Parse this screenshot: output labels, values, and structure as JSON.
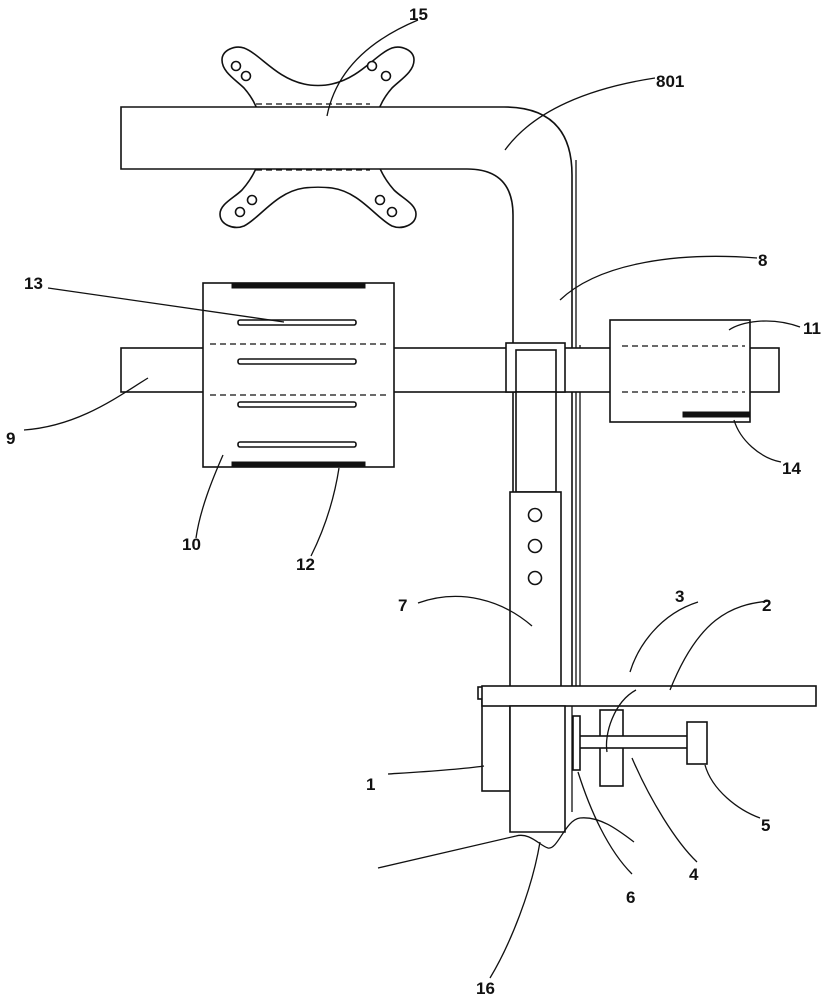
{
  "labels": {
    "l1": "1",
    "l2": "2",
    "l3": "3",
    "l4": "4",
    "l5": "5",
    "l6": "6",
    "l7": "7",
    "l8": "8",
    "l801": "801",
    "l9": "9",
    "l10": "10",
    "l11": "11",
    "l12": "12",
    "l13": "13",
    "l14": "14",
    "l15": "15",
    "l16": "16"
  }
}
